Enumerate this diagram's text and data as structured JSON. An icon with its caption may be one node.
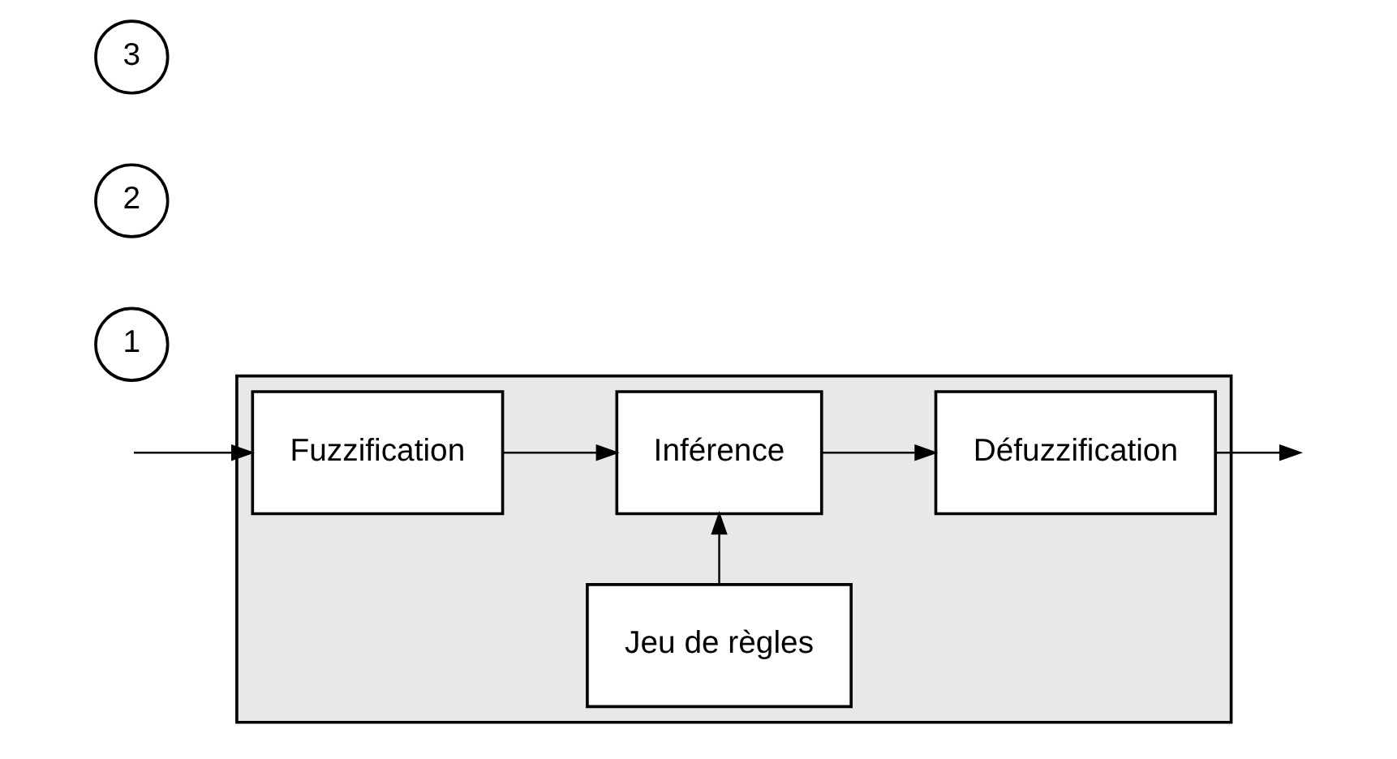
{
  "diagram": {
    "nodes": [
      {
        "text": [],
        "shape": "box"
      },
      {
        "text": [
          "Jeu de règles"
        ],
        "in": 0
      },
      {
        "text": [
          "Fuzzification"
        ],
        "in": 0
      },
      {
        "text": [
          "Inférence"
        ],
        "in": 0
      },
      {
        "text": [
          "Défuzzification"
        ],
        "in": 0
      },
      {
        "text": [
          "1"
        ]
      },
      {
        "text": [
          "2"
        ]
      },
      {
        "text": [
          "3"
        ]
      }
    ],
    "edges": [
      {
        "from": null,
        "to": 2,
        "arrow": "to"
      },
      {
        "from": 2,
        "to": 3,
        "arrow": "to"
      },
      {
        "from": 1,
        "to": 3,
        "arrow": "to"
      },
      {
        "from": 3,
        "to": 4,
        "arrow": "to"
      },
      {
        "from": 4,
        "to": null,
        "arrow": "to"
      }
    ]
  }
}
